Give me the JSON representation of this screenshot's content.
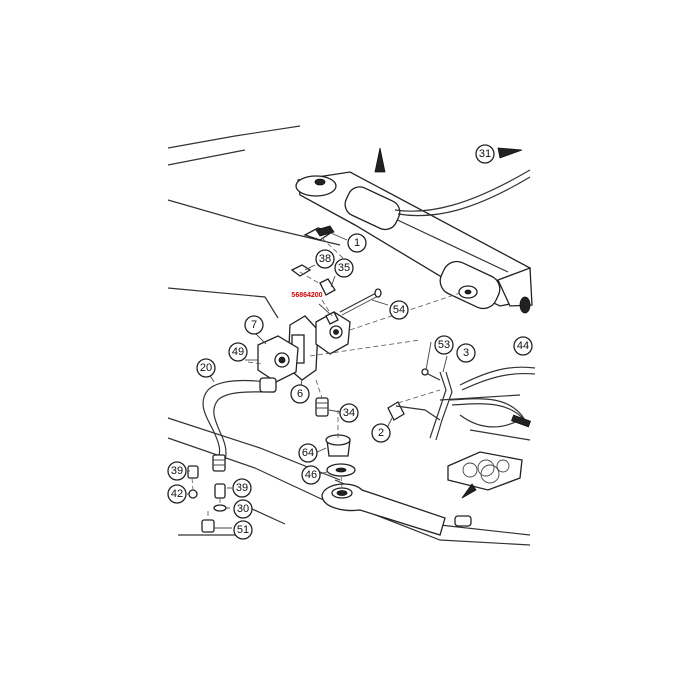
{
  "diagram": {
    "highlight_color": "#d40000",
    "highlighted_part_number": "56864200",
    "callouts": [
      "31",
      "1",
      "38",
      "35",
      "54",
      "7",
      "49",
      "53",
      "3",
      "44",
      "20",
      "6",
      "34",
      "2",
      "64",
      "46",
      "39",
      "42",
      "39",
      "30",
      "51"
    ]
  }
}
